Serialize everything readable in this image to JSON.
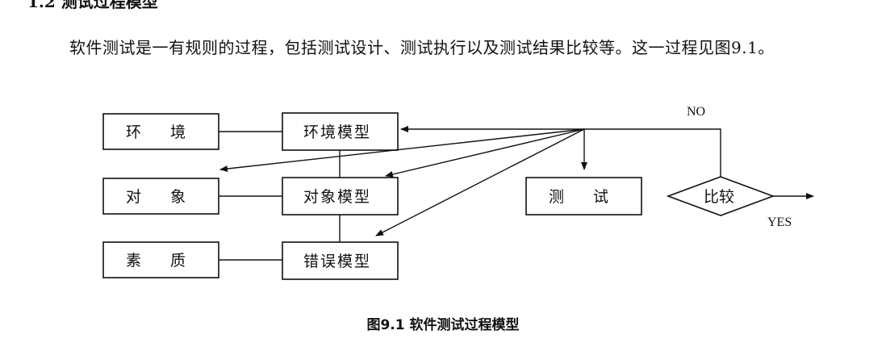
{
  "heading": {
    "fragment": "1.2  测试过程模型"
  },
  "paragraph": {
    "text": "软件测试是一有规则的过程，包括测试设计、测试执行以及测试结果比较等。这一过程见图9.1。"
  },
  "diagram": {
    "left_boxes": {
      "env": "环境",
      "obj": "对象",
      "qual": "素质"
    },
    "model_boxes": {
      "env": "环境模型",
      "obj": "对象模型",
      "err": "错误模型"
    },
    "test_box": "测试",
    "compare": "比较",
    "no_label": "NO",
    "yes_label": "YES"
  },
  "caption": "图9.1   软件测试过程模型"
}
